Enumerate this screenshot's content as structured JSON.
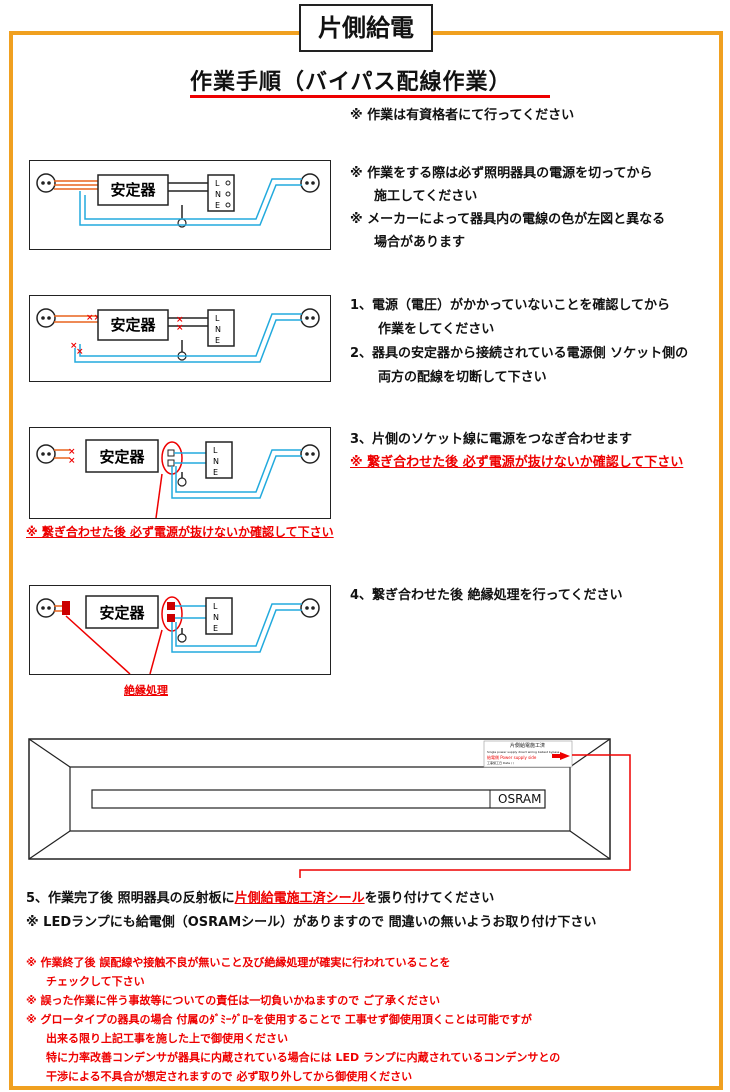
{
  "badge": "片側給電",
  "title": "作業手順（バイパス配線作業）",
  "note_qualified": "※ 作業は有資格者にて行ってください",
  "ballast_label": "安定器",
  "terminals": [
    "L",
    "N",
    "E"
  ],
  "step0": {
    "line1": "※ 作業をする際は必ず照明器具の電源を切ってから",
    "line2": "施工してください",
    "line3": "※ メーカーによって器具内の電線の色が左図と異なる",
    "line4": "場合があります"
  },
  "step1": {
    "line1": "1、電源（電圧）がかかっていないことを確認してから",
    "line2": "作業をしてください",
    "line3": "2、器具の安定器から接続されている電源側 ソケット側の",
    "line4": "両方の配線を切断して下さい"
  },
  "step3": {
    "line1": "3、片側のソケット線に電源をつなぎ合わせます",
    "warning": "※ 繋ぎ合わせた後 必ず電源が抜けないか確認して下さい",
    "panel_warning": "※ 繋ぎ合わせた後 必ず電源が抜けないか確認して下さい"
  },
  "step4": {
    "line1": "4、繋ぎ合わせた後 絶縁処理を行ってください",
    "callout": "絶縁処理"
  },
  "fixture": {
    "lamp_brand": "OSRAM",
    "sticker_title": "片側給電施工済",
    "sticker_line1": "Single power supply direct wiring ballast bypass",
    "sticker_line2": "給電側 Power supply side",
    "sticker_line3": "工事施工日 Date  /  /"
  },
  "step5": {
    "prefix": "5、作業完了後 照明器具の反射板に",
    "highlight": "片側給電施工済シール",
    "suffix": "を張り付けてください",
    "line2": "※ LEDランプにも給電側（OSRAMシール）がありますので 間違いの無いようお取り付け下さい"
  },
  "notes": [
    "※ 作業終了後 誤配線や接触不良が無いこと及び絶縁処理が確実に行われていることを",
    "チェックして下さい",
    "※ 誤った作業に伴う事故等についての責任は一切負いかねますので ご了承ください",
    "※ グロータイプの器具の場合 付属のﾀﾞﾐｰｸﾞﾛｰを使用することで 工事せず御使用頂くことは可能ですが",
    "出来る限り上記工事を施した上で御使用ください",
    "特に力率改善コンデンサが器具に内蔵されている場合には LED ランプに内蔵されているコンデンサとの",
    "干渉による不具合が想定されますので 必ず取り外してから御使用ください"
  ],
  "colors": {
    "frame": "#f0a020",
    "warning": "#e00000",
    "wire_blue": "#22aadd",
    "wire_orange": "#e8641e"
  }
}
